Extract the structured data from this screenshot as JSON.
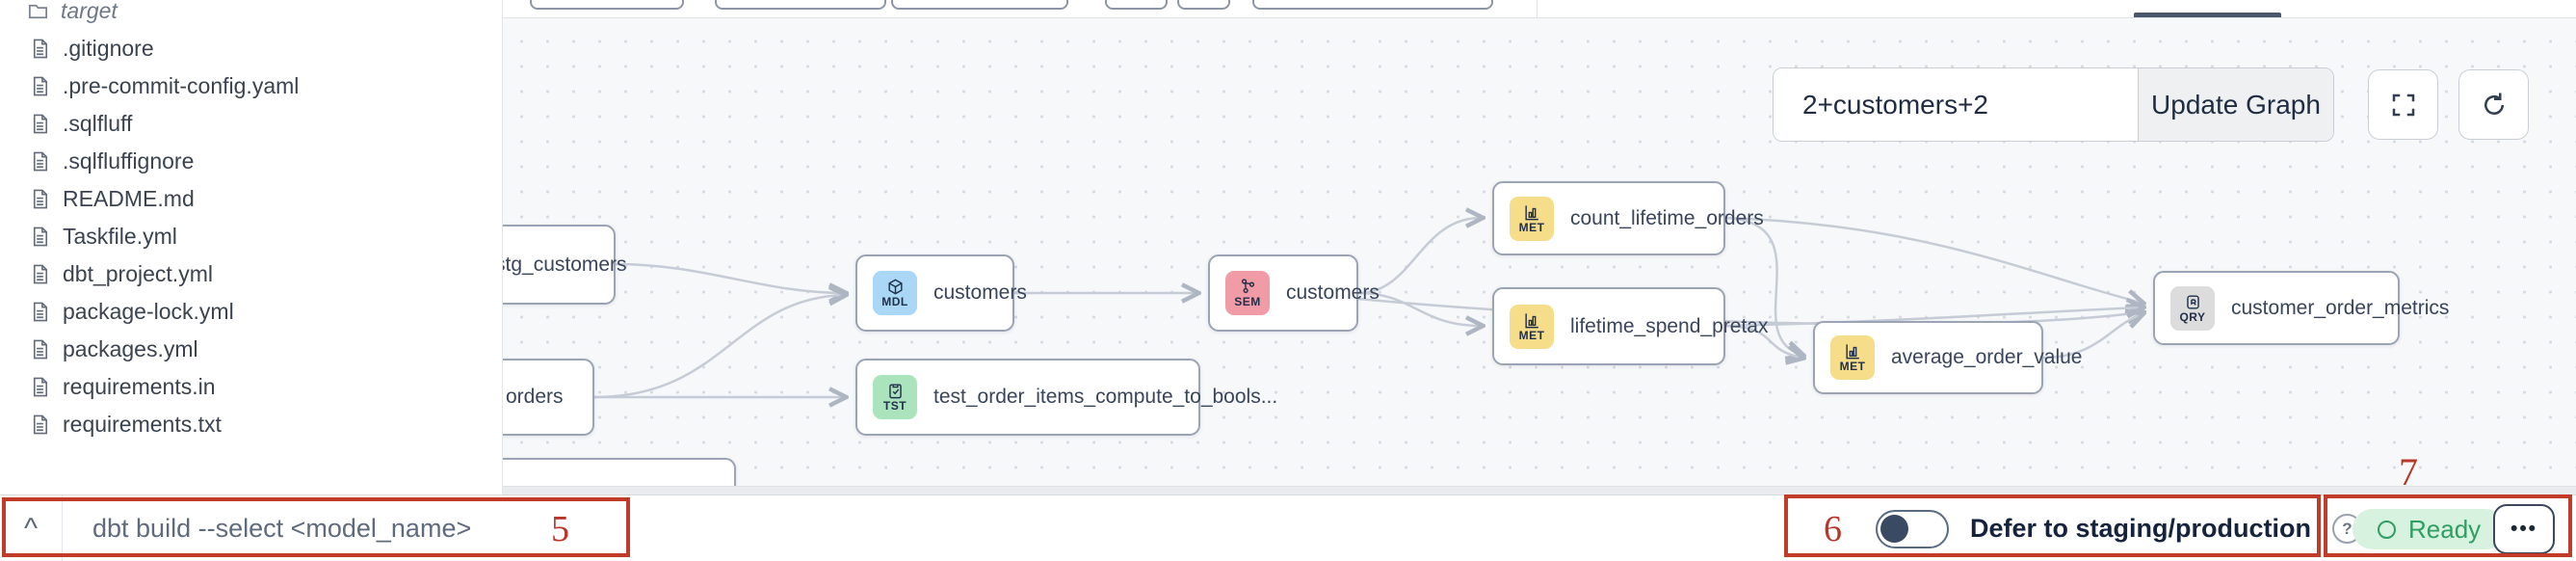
{
  "file_panel": {
    "folder": {
      "label": "target"
    },
    "items": [
      {
        "label": ".gitignore"
      },
      {
        "label": ".pre-commit-config.yaml"
      },
      {
        "label": ".sqlfluff"
      },
      {
        "label": ".sqlfluffignore"
      },
      {
        "label": "README.md"
      },
      {
        "label": "Taskfile.yml"
      },
      {
        "label": "dbt_project.yml"
      },
      {
        "label": "package-lock.yml"
      },
      {
        "label": "packages.yml"
      },
      {
        "label": "requirements.in"
      },
      {
        "label": "requirements.txt"
      }
    ]
  },
  "graph": {
    "toolbar": {
      "filter_value": "2+customers+2",
      "update_label": "Update Graph",
      "fullscreen_icon": "fullscreen",
      "refresh_icon": "refresh"
    },
    "nodes": [
      {
        "label": "stg_customers",
        "code": ""
      },
      {
        "label": "orders",
        "code": ""
      },
      {
        "label": "",
        "code": ""
      },
      {
        "label": "customers",
        "code": "MDL"
      },
      {
        "label": "test_order_items_compute_to_bools...",
        "code": "TST"
      },
      {
        "label": "customers",
        "code": "SEM"
      },
      {
        "label": "count_lifetime_orders",
        "code": "MET"
      },
      {
        "label": "lifetime_spend_pretax",
        "code": "MET"
      },
      {
        "label": "average_order_value",
        "code": "MET"
      },
      {
        "label": "customer_order_metrics",
        "code": "QRY"
      }
    ],
    "icon_colors": {
      "MDL": "#a9d7f5",
      "TST": "#abe4bc",
      "SEM": "#f19ba6",
      "MET": "#f5dd8a",
      "QRY": "#dcdcdc"
    }
  },
  "bottom_bar": {
    "chevron": "^",
    "command": "dbt build --select <model_name>",
    "defer_label": "Defer to staging/production",
    "help": "?",
    "status_label": "Ready",
    "menu_label": "•••"
  },
  "annotations": {
    "n5": "5",
    "n6": "6",
    "n7": "7",
    "color": "#c23b28"
  }
}
